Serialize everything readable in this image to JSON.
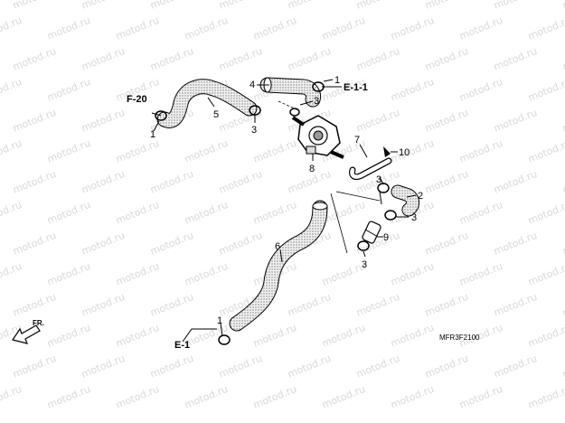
{
  "watermark": "motod.ru",
  "diagram_code": "MFR3F2100",
  "direction_label": "FR.",
  "refs": {
    "f20": "F-20",
    "e11": "E-1-1",
    "e1": "E-1"
  },
  "parts": {
    "p1a": "1",
    "p1b": "1",
    "p1c": "1",
    "p2": "2",
    "p3a": "3",
    "p3b": "3",
    "p3c": "3",
    "p3d": "3",
    "p3e": "3",
    "p4": "4",
    "p5": "5",
    "p6": "6",
    "p7": "7",
    "p8": "8",
    "p9": "9",
    "p10": "10"
  }
}
